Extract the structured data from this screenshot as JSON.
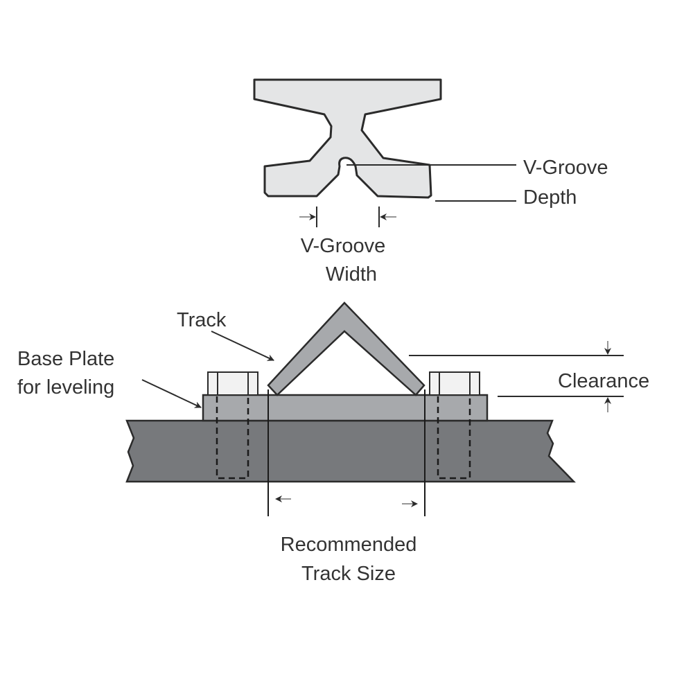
{
  "labels": {
    "v_groove_depth_line1": "V-Groove",
    "v_groove_depth_line2": "Depth",
    "v_groove_width_line1": "V-Groove",
    "v_groove_width_line2": "Width",
    "track": "Track",
    "base_plate_line1": "Base Plate",
    "base_plate_line2": "for leveling",
    "clearance": "Clearance",
    "track_size_line1": "Recommended",
    "track_size_line2": "Track Size"
  },
  "colors": {
    "wheel_fill": "#e4e5e6",
    "track_fill": "#a7a9ac",
    "base_plate_fill": "#a7a9ac",
    "ground_fill": "#77797c",
    "outline": "#2b2b2b"
  }
}
